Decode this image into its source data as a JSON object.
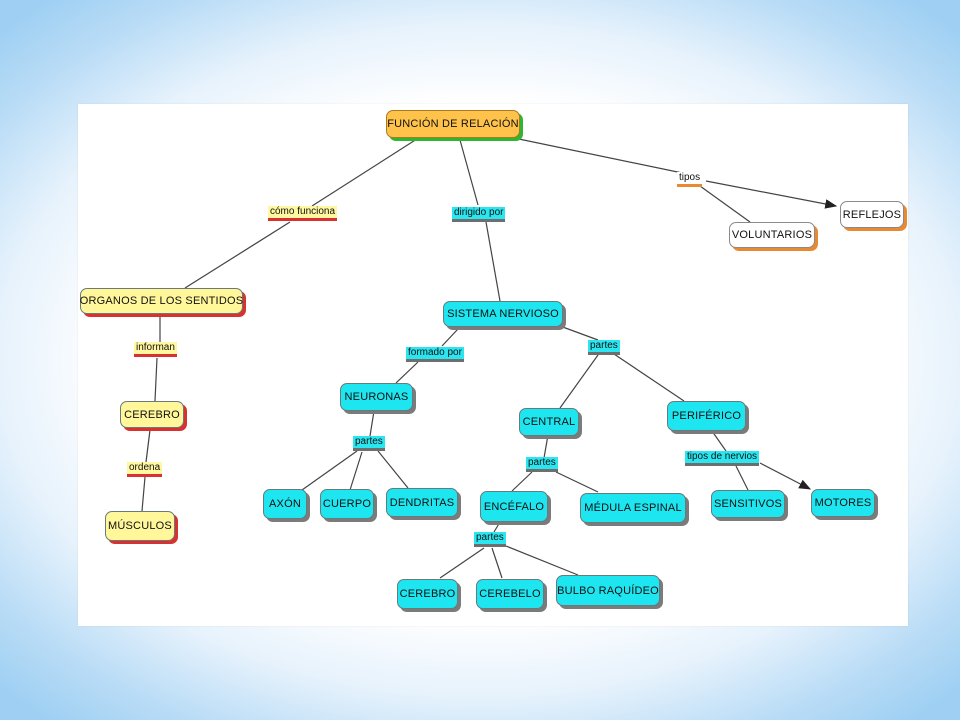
{
  "nodes": {
    "funcion": "FUNCIÓN DE RELACIÓN",
    "organos": "ORGANOS DE LOS SENTIDOS",
    "cerebro_left": "CEREBRO",
    "musculos": "MÚSCULOS",
    "sistema": "SISTEMA NERVIOSO",
    "neuronas": "NEURONAS",
    "axon": "AXÓN",
    "cuerpo": "CUERPO",
    "dendritas": "DENDRITAS",
    "central": "CENTRAL",
    "periferico": "PERIFÉRICO",
    "encefalo": "ENCÉFALO",
    "medula": "MÉDULA ESPINAL",
    "cerebro": "CEREBRO",
    "cerebelo": "CEREBELO",
    "bulbo": "BULBO RAQUÍDEO",
    "sensitivos": "SENSITIVOS",
    "motores": "MOTORES",
    "voluntarios": "VOLUNTARIOS",
    "reflejos": "REFLEJOS"
  },
  "links": {
    "como_funciona": "cómo funciona",
    "dirigido_por": "dirigido por",
    "tipos": "tipos",
    "informan": "informan",
    "ordena": "ordena",
    "formado_por": "formado por",
    "partes_sn": "partes",
    "partes_neuronas": "partes",
    "partes_central": "partes",
    "tipos_de_nervios": "tipos de nervios",
    "partes_encefalo": "partes"
  },
  "colors": {
    "cyan_node": "#1ee6f0",
    "yellow_node": "#fff79a",
    "orange_node": "#ffc24a",
    "white_node": "#ffffff"
  }
}
